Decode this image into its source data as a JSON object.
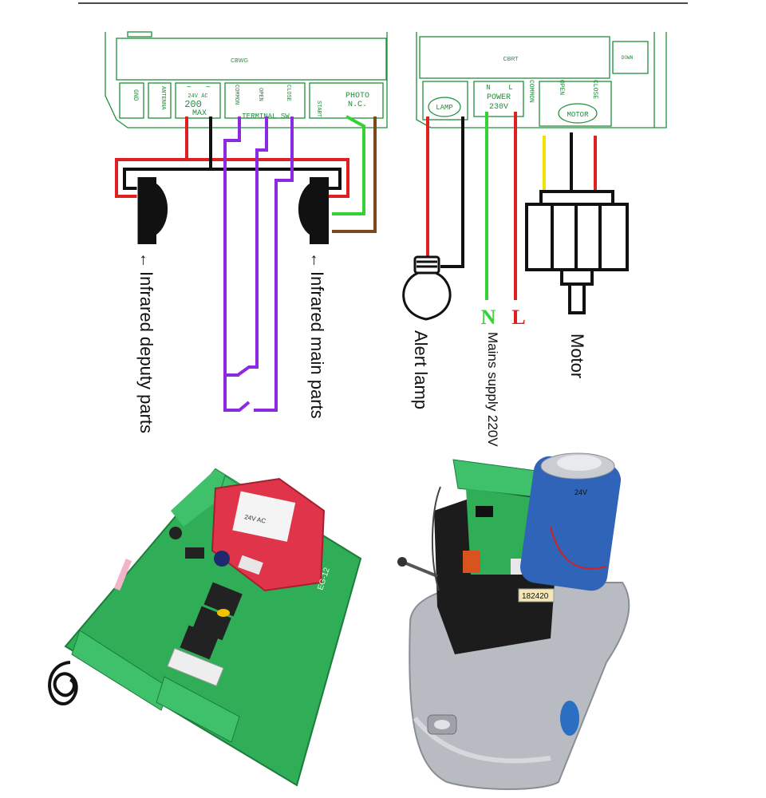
{
  "colors": {
    "pcb_line": "#1f8f3a",
    "red": "#e02020",
    "black": "#111111",
    "purple": "#8a2be2",
    "green": "#35d135",
    "brown": "#7a4a1a",
    "yellow": "#f2e200",
    "board_green": "#2fae57",
    "terminal_green": "#3fc06a",
    "relay_black": "#222222",
    "transformer_red": "#e0344a",
    "metal": "#b8bcc2"
  },
  "left_board": {
    "top_label": "CBWG",
    "ports": {
      "gnd": "GND",
      "antenna": "ANTENNA",
      "ac_supply": "24V AC",
      "ac_value": "200",
      "ac_max": "MAX",
      "common": "COMMON",
      "open": "OPEN",
      "close": "CLOSE",
      "terminal": "TERMINAL SW",
      "start": "START",
      "photo": "PHOTO",
      "photo_nc": "N.C."
    }
  },
  "right_board": {
    "top_label": "CBRT",
    "side_label": "DOWN",
    "ports": {
      "lamp": "LAMP",
      "n": "N",
      "l": "L",
      "power": "POWER",
      "power_v": "230V",
      "common": "COMMON",
      "open": "OPEN",
      "close": "CLOSE",
      "motor": "MOTOR"
    }
  },
  "labels": {
    "infrared_deputy": "Infrared deputy parts",
    "infrared_main": "Infrared main parts",
    "alert_lamp": "Alert lamp",
    "mains_supply": "Mains supply 220V",
    "motor": "Motor",
    "n_letter": "N",
    "l_letter": "L",
    "arrow": "←"
  },
  "photo_board": {
    "model": "EG-12",
    "transformer_text": "24V AC"
  },
  "photo_motor": {
    "sticker": "182420",
    "cap_text": "24V"
  }
}
